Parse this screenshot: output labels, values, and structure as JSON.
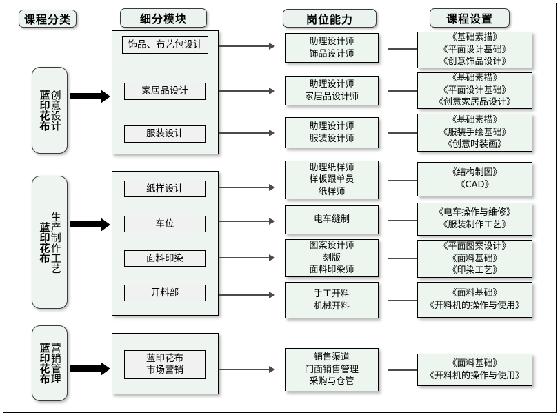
{
  "headers": [
    {
      "label": "课程分类",
      "name": "header-course-category"
    },
    {
      "label": "细分模块",
      "name": "header-sub-module"
    },
    {
      "label": "岗位能力",
      "name": "header-job-ability"
    },
    {
      "label": "课程设置",
      "name": "header-course-setting"
    }
  ],
  "categories": [
    {
      "primary": "蓝印花布",
      "secondary": "创意设计"
    },
    {
      "primary": "蓝印花布",
      "secondary": "生产制作工艺"
    },
    {
      "primary": "蓝印花布",
      "secondary": "营销管理"
    }
  ],
  "modules": {
    "group1": [
      "饰品、布艺包设计",
      "家居品设计",
      "服装设计"
    ],
    "group2": [
      "纸样设计",
      "车位",
      "面料印染",
      "开料部"
    ],
    "group3": [
      "蓝印花布\n市场营销"
    ]
  },
  "abilities": [
    "助理设计师\n饰品设计师",
    "助理设计师\n家居品设计师",
    "助理设计师\n服装设计师",
    "助理纸样师\n样板跟单员\n纸样师",
    "电车缝制",
    "图案设计师\n刻版\n面料印染师",
    "手工开料\n机械开料",
    "销售渠道\n门面销售管理\n采购与仓管"
  ],
  "courses": [
    "《基础素描》\n《平面设计基础》\n《创意饰品设计》",
    "《基础素描》\n《平面设计基础》\n《创意家居品设计》",
    "《基础素描》\n《服装手绘基础》\n《创意时装画》",
    "《结构制图》\n《CAD》",
    "《电车操作与维修》\n《服装制作工艺》",
    "《平面图案设计》\n《面料基础》\n《印染工艺》",
    "《面料基础》\n《开料机的操作与使用》",
    "《面料基础》\n《开料机的操作与使用》"
  ],
  "colors": {
    "panel_fill": "#eef5f0",
    "box_fill": "#edf5ef",
    "module_fill": "#f1f1f1",
    "border": "#000000",
    "arrow": "#4b4b4b",
    "arrow_thick": "#000000"
  }
}
